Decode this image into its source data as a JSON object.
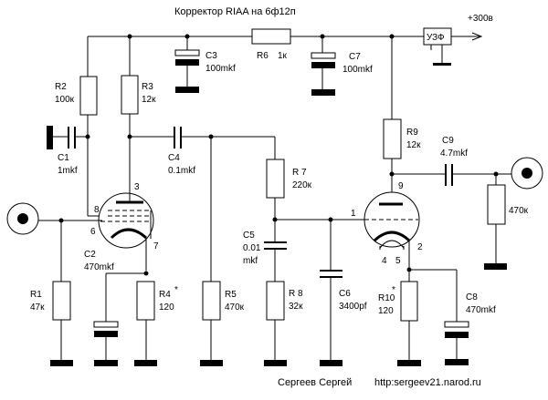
{
  "title": "Корректор RIAA на 6ф12п",
  "supply": {
    "label": "+300в",
    "filter_block": "УЗФ"
  },
  "footer": {
    "author": "Сергеев Сергей",
    "website": "http:sergeev21.narod.ru"
  },
  "components": {
    "R1": {
      "name": "R1",
      "value": "47к"
    },
    "R2": {
      "name": "R2",
      "value": "100к"
    },
    "R3": {
      "name": "R3",
      "value": "12к"
    },
    "R4": {
      "name": "R4",
      "value": "120",
      "mark": "*"
    },
    "R5": {
      "name": "R5",
      "value": "470к"
    },
    "R6": {
      "name": "R6",
      "value": "1к"
    },
    "R7": {
      "name": "R 7",
      "value": "220к"
    },
    "R8": {
      "name": "R 8",
      "value": "32к"
    },
    "R9": {
      "name": "R9",
      "value": "12к"
    },
    "R10": {
      "name": "R10",
      "value": "120",
      "mark": "*"
    },
    "R11": {
      "name": "",
      "value": "470к"
    },
    "C1": {
      "name": "C1",
      "value": "1mkf"
    },
    "C2": {
      "name": "C2",
      "value": "470mkf"
    },
    "C3": {
      "name": "C3",
      "value": "100mkf"
    },
    "C4": {
      "name": "C4",
      "value": "0.1mkf"
    },
    "C5": {
      "name": "C5",
      "value": "0.01",
      "value2": "mkf"
    },
    "C6": {
      "name": "C6",
      "value": "3400pf"
    },
    "C7": {
      "name": "C7",
      "value": "100mkf"
    },
    "C8": {
      "name": "C8",
      "value": "470mkf"
    },
    "C9": {
      "name": "C9",
      "value": "4.7mkf"
    }
  },
  "tube1": {
    "pins": {
      "p3": "3",
      "p8": "8",
      "p6": "6",
      "p7": "7"
    }
  },
  "tube2": {
    "pins": {
      "p9": "9",
      "p1": "1",
      "p2": "2",
      "p4": "4",
      "p5": "5"
    }
  }
}
